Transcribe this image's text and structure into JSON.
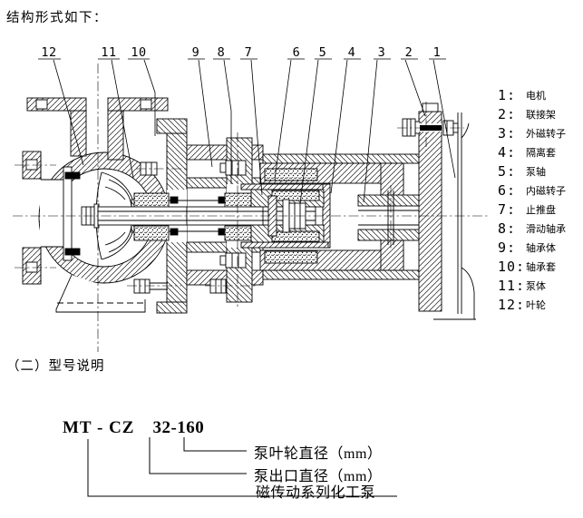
{
  "page": {
    "title": "结构形式如下："
  },
  "diagram": {
    "callouts": [
      "12",
      "11",
      "10",
      "9",
      "8",
      "7",
      "6",
      "5",
      "4",
      "3",
      "2",
      "1"
    ],
    "legend": [
      {
        "num": "1:",
        "label": "电机"
      },
      {
        "num": "2:",
        "label": "联接架"
      },
      {
        "num": "3:",
        "label": "外磁转子"
      },
      {
        "num": "4:",
        "label": "隔离套"
      },
      {
        "num": "5:",
        "label": "泵轴"
      },
      {
        "num": "6:",
        "label": "内磁转子"
      },
      {
        "num": "7:",
        "label": "止推盘"
      },
      {
        "num": "8:",
        "label": "滑动轴承"
      },
      {
        "num": "9:",
        "label": "轴承体"
      },
      {
        "num": "10:",
        "label": "轴承套"
      },
      {
        "num": "11:",
        "label": "泵体"
      },
      {
        "num": "12:",
        "label": "叶轮"
      }
    ]
  },
  "model_section": {
    "heading": "（二）型号说明",
    "code_prefix": "MT - CZ",
    "code_suffix": "32-160",
    "labels": [
      "泵叶轮直径（mm）",
      "泵出口直径（mm）",
      "磁传动系列化工泵"
    ]
  },
  "colors": {
    "ink": "#000000",
    "background": "#ffffff"
  }
}
